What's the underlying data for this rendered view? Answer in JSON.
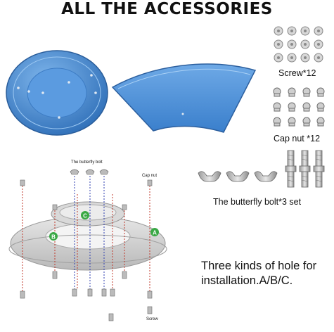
{
  "title": "ALL THE ACCESSORIES",
  "labels": {
    "screw": "Screw*12",
    "cap_nut": "Cap nut *12",
    "butterfly_bolt": "The butterfly bolt*3 set",
    "holes": "Three kinds of hole for installation.A/B/C."
  },
  "diagram": {
    "butterfly_bolt": "The butterfly bolt",
    "cap_nut": "Cap nut",
    "screw": "Screw",
    "markers": [
      "A",
      "B",
      "C"
    ]
  },
  "colors": {
    "blue_part": "#4a8fd4",
    "marker_green": "#3aa845",
    "guide_red": "#c0392b",
    "guide_blue": "#2f3fb0"
  },
  "icons": [
    "screw-icon",
    "cap-nut-icon",
    "butterfly-bolt-icon"
  ]
}
